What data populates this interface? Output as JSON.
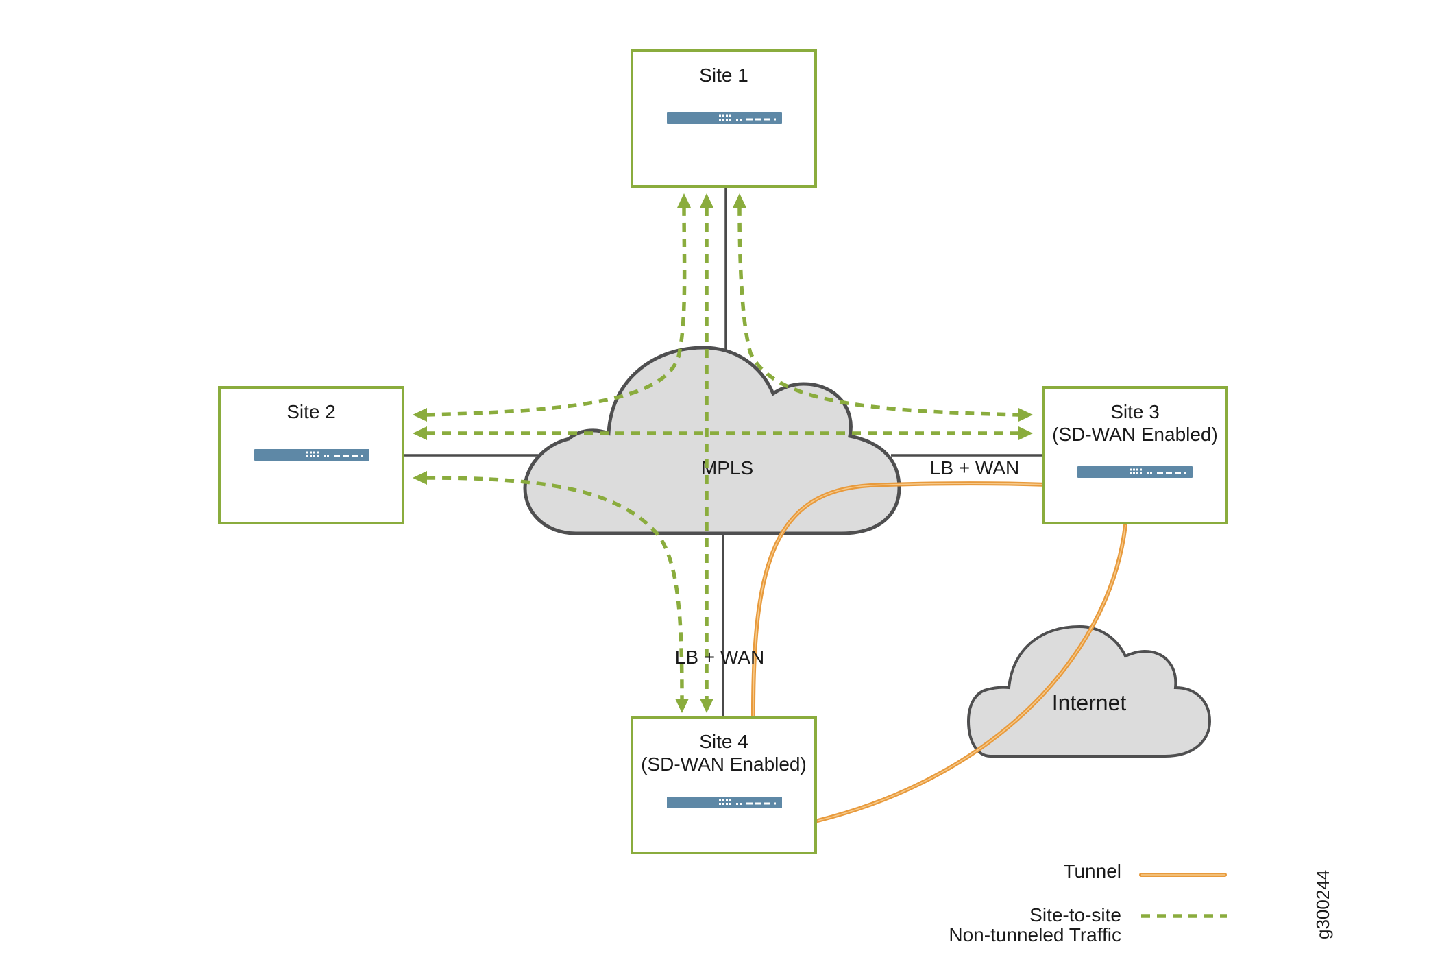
{
  "sites": [
    {
      "title": "Site 1",
      "subtitle": ""
    },
    {
      "title": "Site 2",
      "subtitle": ""
    },
    {
      "title": "Site 3",
      "subtitle": "(SD-WAN Enabled)"
    },
    {
      "title": "Site 4",
      "subtitle": "(SD-WAN Enabled)"
    }
  ],
  "clouds": {
    "mpls": "MPLS",
    "internet": "Internet"
  },
  "link_labels": {
    "site3": "LB + WAN",
    "site4": "LB + WAN"
  },
  "legend": {
    "tunnel": "Tunnel",
    "traffic_line1": "Site-to-site",
    "traffic_line2": "Non-tunneled Traffic"
  },
  "figure_id": "g300244",
  "colors": {
    "site_border": "#8aac3d",
    "traffic": "#8aac3d",
    "tunnel": "#e89a3c",
    "device": "#5e88a6",
    "cloud_fill": "#dcdcdc",
    "cloud_stroke": "#4f4f50"
  },
  "icons": {
    "device": "network-switch-icon",
    "cloud": "cloud-icon"
  }
}
